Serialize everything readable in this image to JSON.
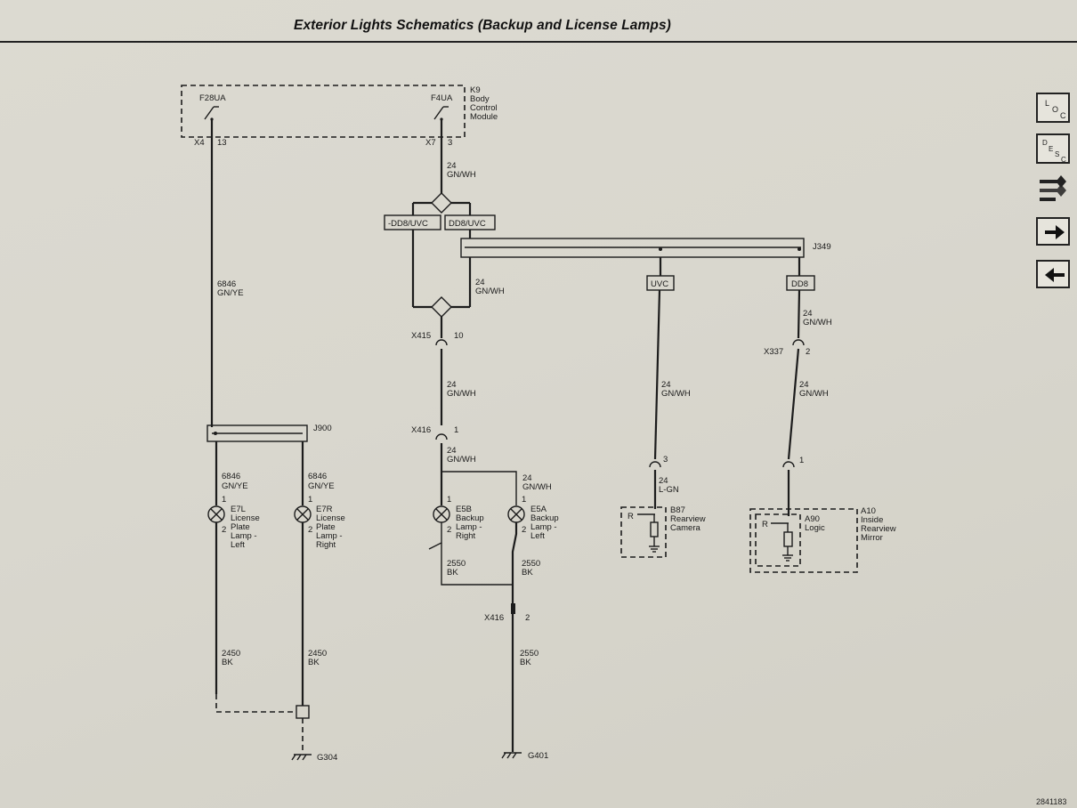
{
  "page": {
    "title": "Exterior Lights Schematics (Backup and License Lamps)",
    "page_number": "2841183"
  },
  "nav": {
    "loc_label": "LOC",
    "desc_label": "DESC"
  },
  "module": {
    "name": "K9",
    "desc1": "Body",
    "desc2": "Control",
    "desc3": "Module",
    "fuse_left": "F28UA",
    "fuse_right": "F4UA",
    "conn_left": "X4",
    "pin_left": "13",
    "conn_right": "X7",
    "pin_right": "3"
  },
  "wires": {
    "w_24_gnwh": "24",
    "color_gnwh": "GN/WH",
    "w_6846": "6846",
    "color_gnye": "GN/YE",
    "w_2450": "2450",
    "w_2550": "2550",
    "color_bk": "BK",
    "color_lgn": "L-GN"
  },
  "options": {
    "not_dd8_uvc": "-DD8/UVC",
    "dd8_uvc": "DD8/UVC",
    "uvc": "UVC",
    "dd8": "DD8"
  },
  "splices": {
    "j349": "J349",
    "j900": "J900"
  },
  "connectors": {
    "x415": "X415",
    "x415_pin": "10",
    "x416": "X416",
    "x416_pin": "1",
    "x416b": "X416",
    "x416b_pin": "2",
    "x337": "X337",
    "x337_pin": "2",
    "b87_pin": "3",
    "a10_pin": "1"
  },
  "lamps": {
    "e7l": {
      "id": "E7L",
      "l1": "License",
      "l2": "Plate",
      "l3": "Lamp -",
      "l4": "Left",
      "p1": "1",
      "p2": "2"
    },
    "e7r": {
      "id": "E7R",
      "l1": "License",
      "l2": "Plate",
      "l3": "Lamp -",
      "l4": "Right",
      "p1": "1",
      "p2": "2"
    },
    "e5b": {
      "id": "E5B",
      "l1": "Backup",
      "l2": "Lamp -",
      "l3": "Right",
      "p1": "1",
      "p2": "2"
    },
    "e5a": {
      "id": "E5A",
      "l1": "Backup",
      "l2": "Lamp -",
      "l3": "Left",
      "p1": "1",
      "p2": "2"
    }
  },
  "components": {
    "b87": {
      "id": "B87",
      "l1": "Rearview",
      "l2": "Camera",
      "r": "R"
    },
    "a10": {
      "id": "A10",
      "l1": "Inside",
      "l2": "Rearview",
      "l3": "Mirror"
    },
    "a90": {
      "id": "A90",
      "l1": "Logic",
      "r": "R"
    }
  },
  "grounds": {
    "g304": "G304",
    "g401": "G401"
  }
}
